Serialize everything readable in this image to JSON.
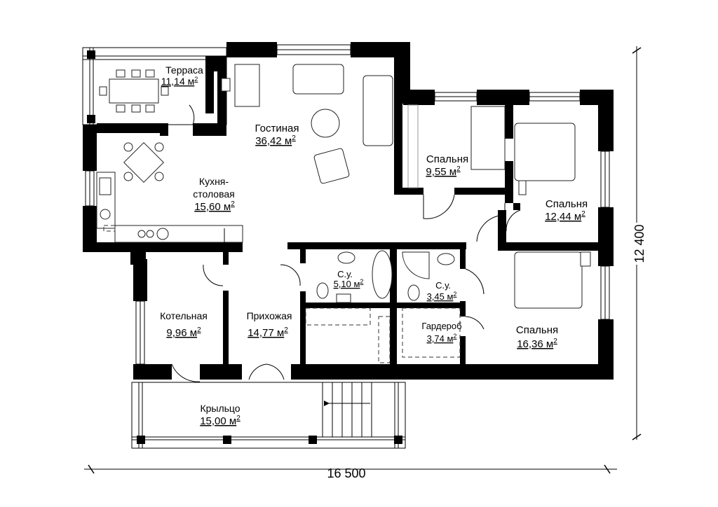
{
  "rooms": [
    {
      "id": "terrace",
      "name": "Терраса",
      "area": "11,14 м",
      "sup": "2"
    },
    {
      "id": "living",
      "name": "Гостиная",
      "area": "36,42 м",
      "sup": "2"
    },
    {
      "id": "kitchen",
      "name": "Кухня-\nстоловая",
      "name1": "Кухня-",
      "name2": "столовая",
      "area": "15,60 м",
      "sup": "2"
    },
    {
      "id": "bed1",
      "name": "Спальня",
      "area": "9,55 м",
      "sup": "2"
    },
    {
      "id": "bed2",
      "name": "Спальня",
      "area": "12,44 м",
      "sup": "2"
    },
    {
      "id": "bath1",
      "name": "С.у.",
      "area": "5,10 м",
      "sup": "2"
    },
    {
      "id": "bath2",
      "name": "С.у.",
      "area": "3,45 м",
      "sup": "2"
    },
    {
      "id": "boiler",
      "name": "Котельная",
      "area": "9,96 м",
      "sup": "2"
    },
    {
      "id": "hall",
      "name": "Прихожая",
      "area": "14,77 м",
      "sup": "2"
    },
    {
      "id": "wardrobe",
      "name": "Гардероб",
      "area": "3,74 м",
      "sup": "2"
    },
    {
      "id": "bed3",
      "name": "Спальня",
      "area": "16,36 м",
      "sup": "2"
    },
    {
      "id": "porch",
      "name": "Крыльцо",
      "area": "15,00 м",
      "sup": "2"
    }
  ],
  "dimensions": {
    "width": "16 500",
    "height": "12 400"
  }
}
